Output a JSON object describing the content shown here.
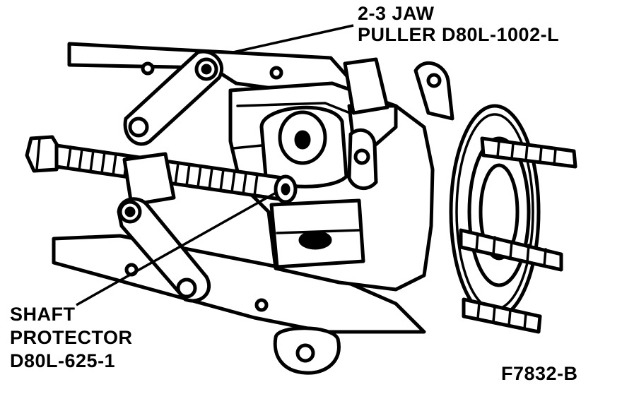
{
  "callouts": {
    "puller": {
      "line1": "2-3 JAW",
      "line2": "PULLER D80L-1002-L"
    },
    "shaft": {
      "line1": "SHAFT",
      "line2": "PROTECTOR",
      "line3": "D80L-625-1"
    }
  },
  "figure_id": "F7832-B",
  "colors": {
    "ink": "#000000",
    "paper": "#ffffff"
  }
}
